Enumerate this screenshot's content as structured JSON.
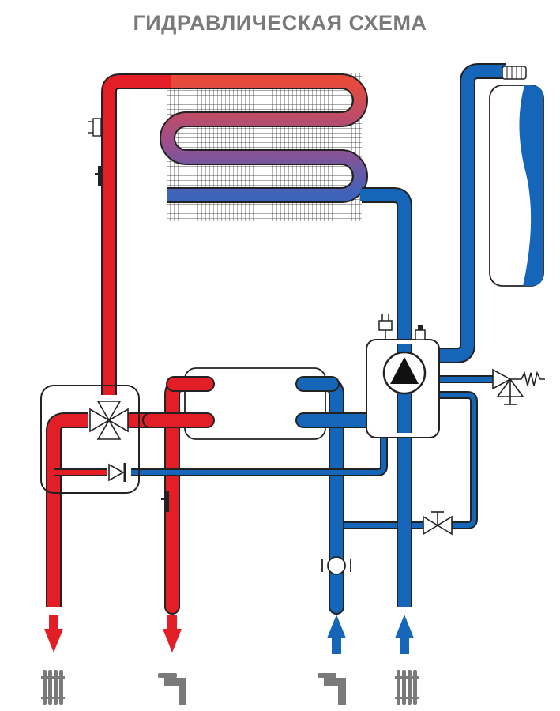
{
  "title": "ГИДРАВЛИЧЕСКАЯ СХЕМА",
  "colors": {
    "hot": "#e41e26",
    "cold": "#1565b8",
    "title": "#7a7a7a",
    "device": "#7a7a7a",
    "outline": "#222222"
  },
  "icons": {
    "heating_out": "radiator-icon",
    "dhw_out": "faucet-icon",
    "cold_in": "faucet-icon",
    "heating_return": "radiator-icon"
  },
  "flows": {
    "heating_out": "arrow-down",
    "dhw_out": "arrow-down",
    "cold_in": "arrow-up",
    "heating_return": "arrow-up"
  }
}
